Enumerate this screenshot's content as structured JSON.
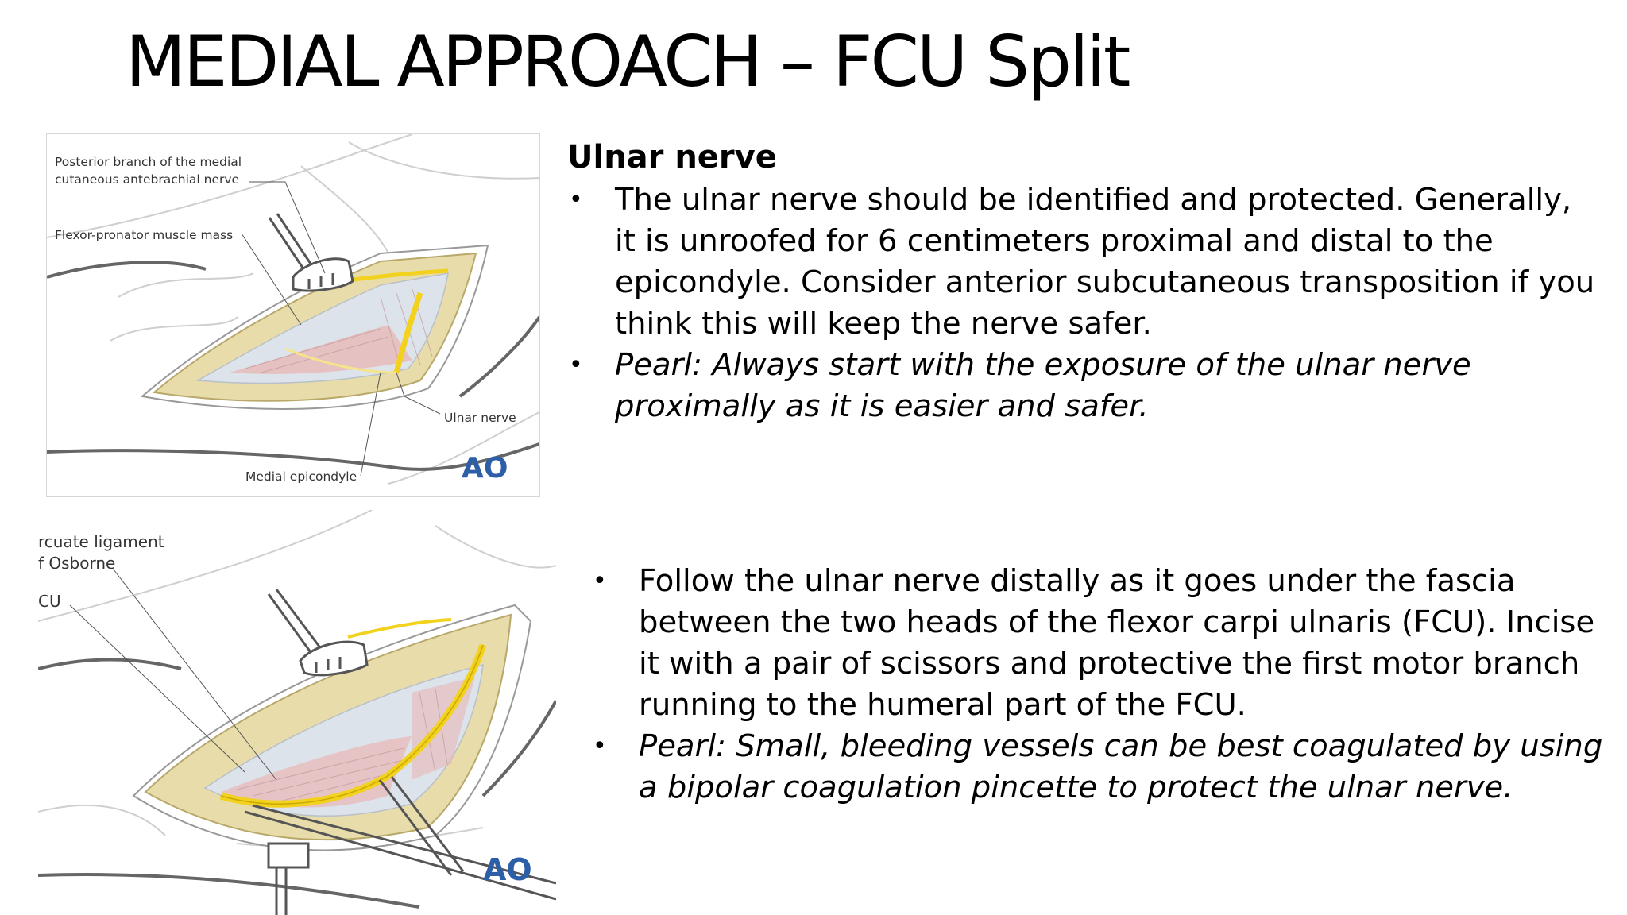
{
  "slide": {
    "title": "MEDIAL APPROACH – FCU Split"
  },
  "figure1": {
    "labels": {
      "posterior_branch_line1": "Posterior branch of the medial",
      "posterior_branch_line2": "cutaneous antebrachial nerve",
      "flexor_pronator": "Flexor-pronator muscle mass",
      "ulnar_nerve": "Ulnar nerve",
      "medial_epicondyle": "Medial epicondyle"
    },
    "logo": "AO"
  },
  "figure2": {
    "labels": {
      "arcuate_line1": "rcuate ligament",
      "arcuate_line2": "f Osborne",
      "fcu": "CU"
    },
    "logo": "AO"
  },
  "section1": {
    "heading": "Ulnar nerve",
    "bullets": [
      "The ulnar nerve should be identified and protected. Generally, it is unroofed for 6 centimeters proximal and distal to the epicondyle. Consider anterior subcutaneous transposition if you think this will keep the nerve safer.",
      "Pearl: Always start with the exposure of the ulnar nerve proximally as it is easier and safer."
    ]
  },
  "section2": {
    "bullets": [
      "Follow the ulnar nerve distally as it goes under the fascia between the two heads of the flexor carpi ulnaris (FCU). Incise it with a pair of scissors and protective the first motor branch running to the humeral part of the FCU.",
      "Pearl: Small, bleeding vessels can be best coagulated by using a bipolar coagulation pincette to protect the ulnar nerve."
    ]
  },
  "bullet_glyph": "•",
  "colors": {
    "fat": "#e8dcaa",
    "muscle": "#e8b8b8",
    "fascia": "#dde3ea",
    "nerve": "#f2d21e",
    "ao_logo": "#2d5ea8"
  }
}
